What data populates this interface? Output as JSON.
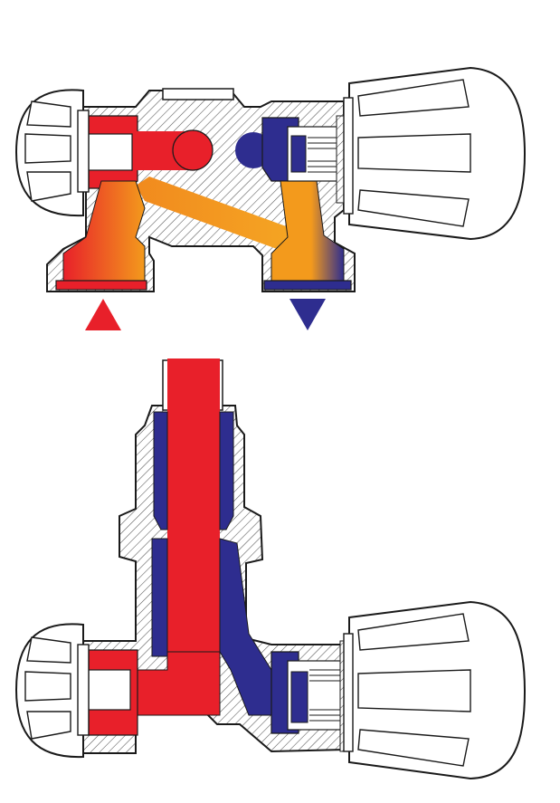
{
  "colors": {
    "hot": "#e8202a",
    "cold": "#2e2d8f",
    "mixed": "#f39a1c",
    "outline": "#1a1a1a",
    "hatch": "#555555",
    "knob_fill": "#ffffff",
    "background": "#ffffff"
  },
  "diagram": {
    "views": [
      {
        "id": "top-view",
        "description": ""
      },
      {
        "id": "bottom-view",
        "description": ""
      }
    ],
    "flow_indicators": [
      {
        "id": "inlet",
        "shape": "triangle-up",
        "color_key": "hot"
      },
      {
        "id": "outlet",
        "shape": "triangle-down",
        "color_key": "cold"
      }
    ]
  }
}
